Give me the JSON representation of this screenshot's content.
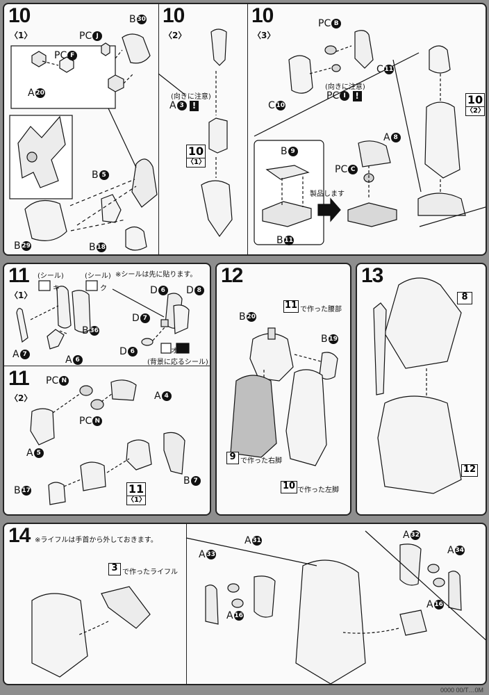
{
  "steps": {
    "s10": {
      "num": "10"
    },
    "s11": {
      "num": "11"
    },
    "s12": {
      "num": "12"
    },
    "s13": {
      "num": "13"
    },
    "s14": {
      "num": "14"
    }
  },
  "substeps": {
    "one": "〈1〉",
    "two": "〈2〉",
    "three": "〈3〉"
  },
  "labels": {
    "pc": "PC",
    "a": "A",
    "b": "B",
    "c": "C",
    "d": "D",
    "letter_J": "J",
    "letter_F": "F",
    "letter_B": "B",
    "letter_I": "I",
    "letter_C": "C",
    "letter_N": "N",
    "n3": "3",
    "n4": "4",
    "n5": "5",
    "n6": "6",
    "n7": "7",
    "n8": "8",
    "n9": "9",
    "n10": "10",
    "n11": "11",
    "n16": "16",
    "n17": "17",
    "n18": "18",
    "n19": "19",
    "n20": "20",
    "n29": "29",
    "n30": "30",
    "n31": "31",
    "n32": "32",
    "n33": "33",
    "n34": "34",
    "n36": "36"
  },
  "notes": {
    "orientation": "(向きに注意)",
    "combine": "製品します",
    "seal": "(シール)",
    "seal_first": "※シールは先に貼ります。",
    "seal_note": "(背景に応るシール)",
    "built_waist": "で作った腰部",
    "built_right_leg": "で作った右脚",
    "built_left_leg": "で作った左脚",
    "built_rifle": "で作ったライフル",
    "rifle_note": "※ライフルは手首から外しておきます。",
    "seal_ki": "キ",
    "seal_ku": "ク",
    "seal_o": "オ"
  },
  "refs": {
    "r10_1_top": "10",
    "r10_1_bot": "〈1〉",
    "r10_2_top": "10",
    "r10_2_bot": "〈2〉",
    "r11_1_top": "11",
    "r11_1_bot": "〈1〉",
    "r11": "11",
    "r9": "9",
    "r10": "10",
    "r8": "8",
    "r12": "12",
    "r3": "3"
  },
  "footer": "0000 00/T…0M",
  "colors": {
    "background": "#8e8e8e",
    "panel": "#fafafa",
    "ink": "#111111"
  }
}
